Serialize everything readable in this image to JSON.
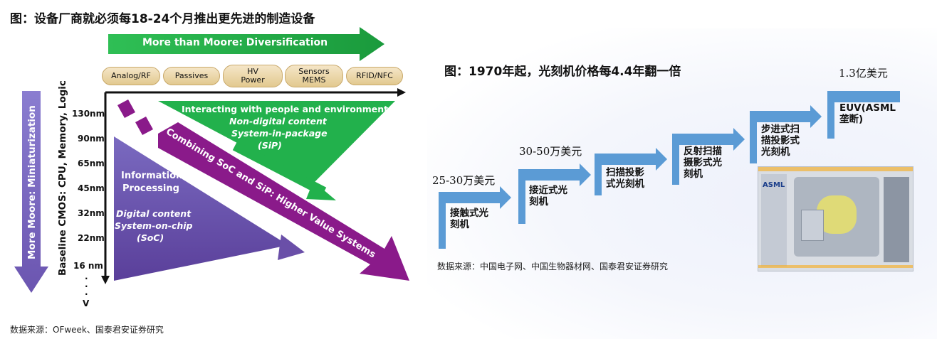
{
  "left": {
    "title": "图：设备厂商就必须每18-24个月推出更先进的制造设备",
    "more_than_moore": "More than Moore: Diversification",
    "categories": [
      "Analog/RF",
      "Passives",
      "HV\nPower",
      "Sensors\nMEMS",
      "RFID/NFC"
    ],
    "y_axis_label": "Baseline CMOS:  CPU, Memory, Logic",
    "more_moore": "More Moore:  Miniaturization",
    "nodes": [
      "130nm",
      "90nm",
      "65nm",
      "45nm",
      "32nm",
      "22nm",
      "16 nm",
      ".",
      ".",
      ".",
      "V"
    ],
    "sip": {
      "line1": "Interacting with people and environment",
      "line2": "Non-digital content",
      "line3": "System-in-package",
      "line4": "(SiP)"
    },
    "soc": {
      "line1": "Information",
      "line2": "Processing",
      "line3": "Digital content",
      "line4": "System-on-chip",
      "line5": "(SoC)"
    },
    "combining": "Combining SoC and SiP:  Higher Value Systems",
    "source": "数据来源：OFweek、国泰君安证券研究",
    "colors": {
      "green": "#22b14c",
      "purple": "#6a4fa8",
      "magenta": "#8a1a8a",
      "axis": "#111111"
    }
  },
  "right": {
    "title": "图：1970年起，光刻机价格每4.4年翻一倍",
    "steps": [
      {
        "label": "接触式光\n刻机",
        "price": "25-30万美元"
      },
      {
        "label": "接近式光\n刻机",
        "price": "30-50万美元"
      },
      {
        "label": "扫描投影\n式光刻机",
        "price": ""
      },
      {
        "label": "反射扫描\n摄影式光\n刻机",
        "price": ""
      },
      {
        "label": "步进式扫\n描投影式\n光刻机",
        "price": ""
      },
      {
        "label": "EUV(ASML\n垄断)",
        "price": "1.3亿美元"
      }
    ],
    "machine_brand": "ASML",
    "source": "数据来源：中国电子网、中国生物器材网、国泰君安证券研究",
    "colors": {
      "step": "#5b9bd5"
    }
  }
}
